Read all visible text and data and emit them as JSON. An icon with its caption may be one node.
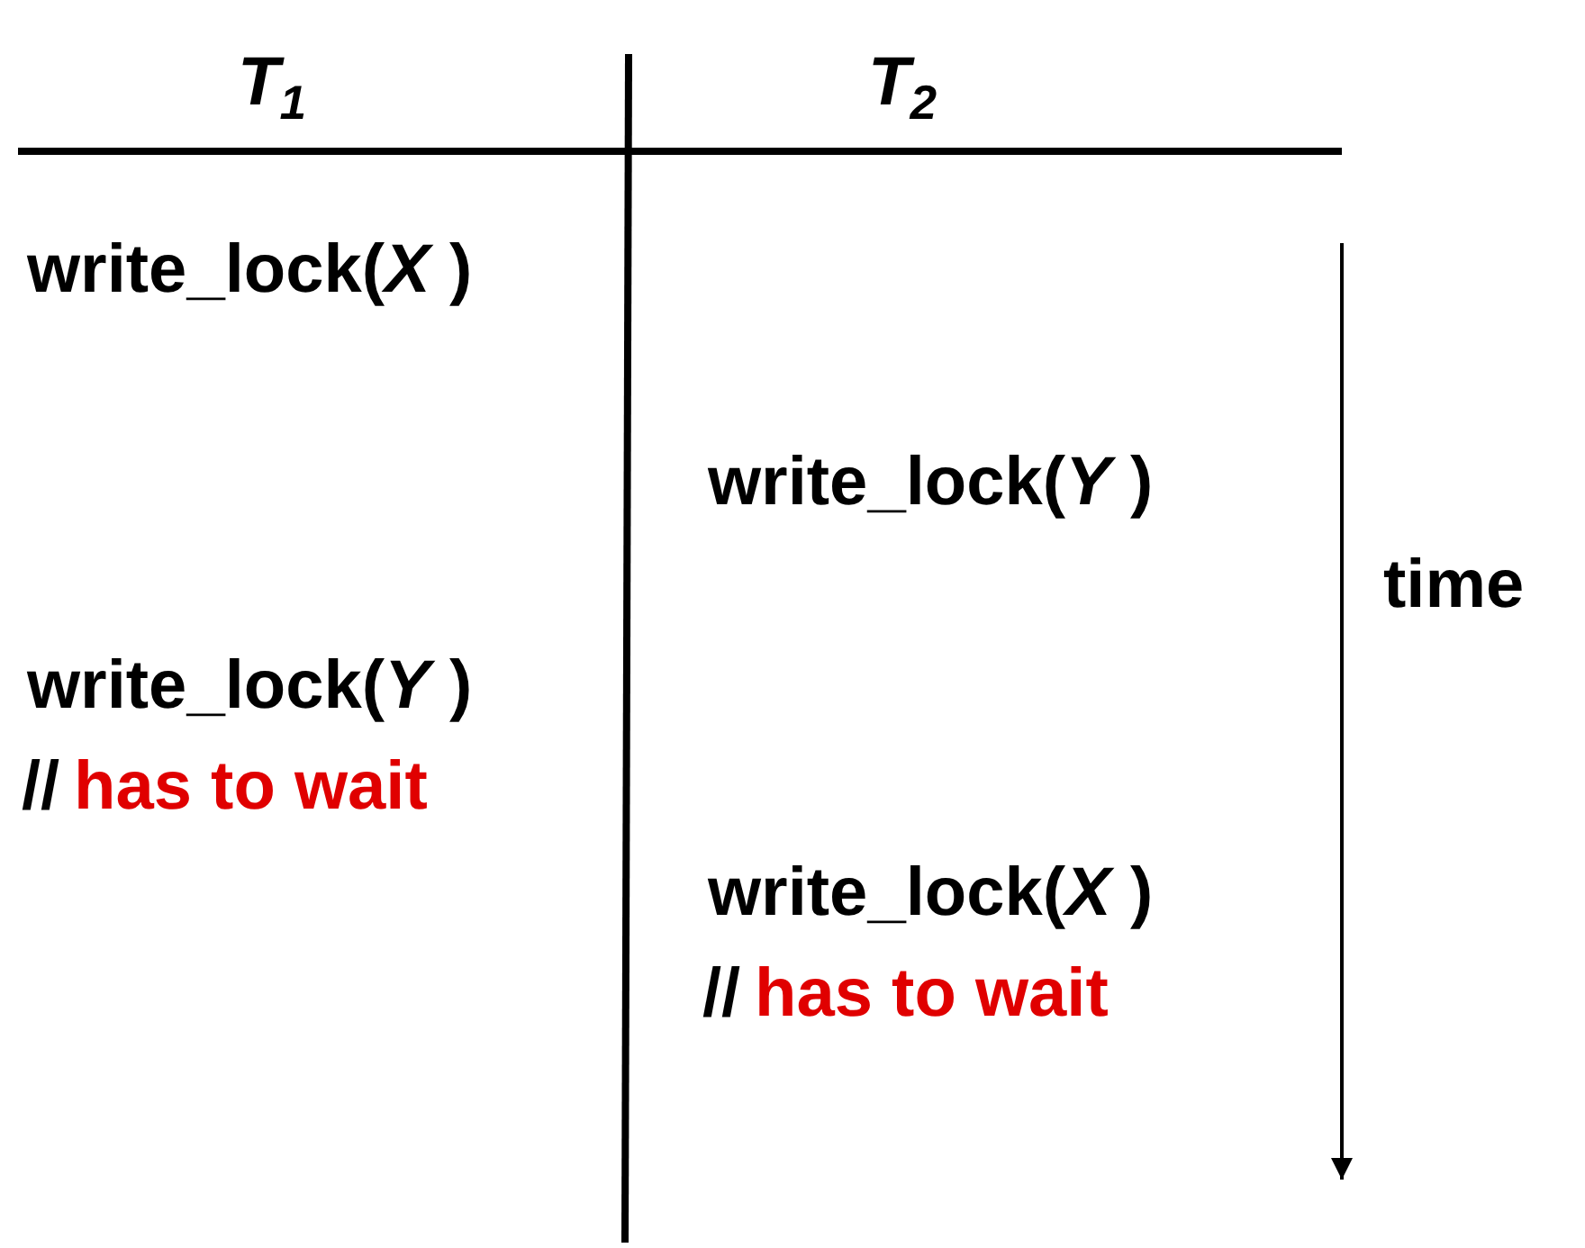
{
  "diagram": {
    "labels": [
      "T$_{1}$",
      "T$_{2}$",
      "write_lock(*X* )",
      "write_lock(*Y* )",
      "time",
      "write_lock(*Y* )",
      "//",
      "has to wait",
      "write_lock(*X* )",
      "//",
      "has to wait"
    ]
  }
}
